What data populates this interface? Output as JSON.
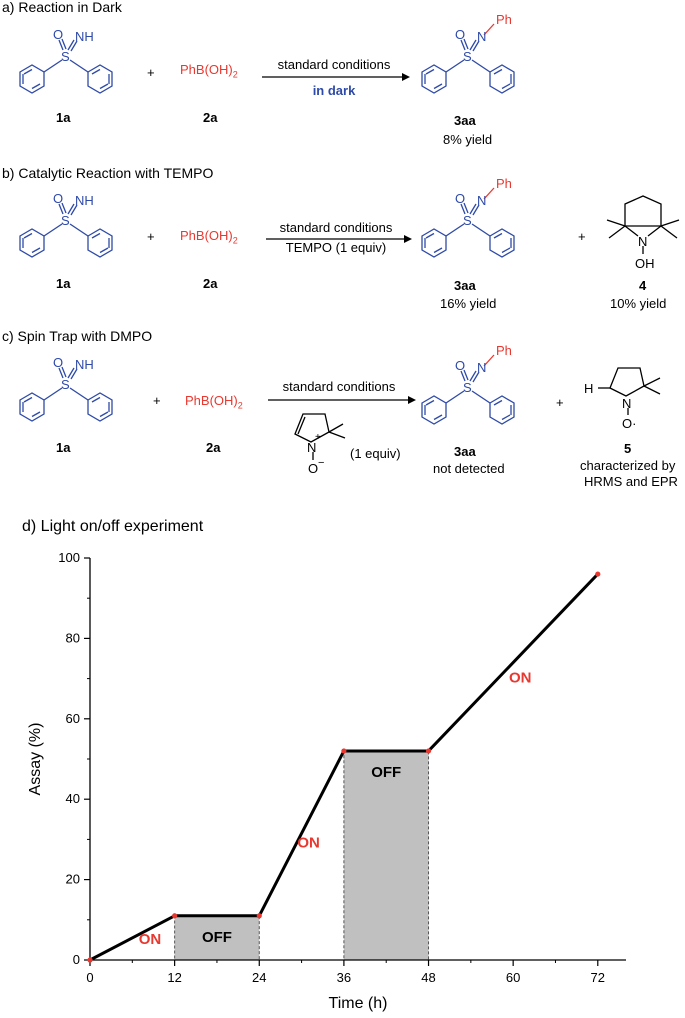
{
  "panel_a": {
    "label": "a) Reaction in Dark",
    "r1": "1a",
    "r2_base": "PhB(OH)",
    "r2_sub": "2",
    "r2_label": "2a",
    "cond1": "standard conditions",
    "cond2": "in dark",
    "p_label": "3aa",
    "p_yield": "8% yield",
    "plus": "+"
  },
  "panel_b": {
    "label": "b) Catalytic Reaction with TEMPO",
    "r1": "1a",
    "r2_base": "PhB(OH)",
    "r2_sub": "2",
    "r2_label": "2a",
    "cond1": "standard conditions",
    "cond2": "TEMPO (1 equiv)",
    "p_label": "3aa",
    "p_yield": "16% yield",
    "p2_label": "4",
    "p2_yield": "10% yield",
    "plus": "+"
  },
  "panel_c": {
    "label": "c) Spin Trap with DMPO",
    "r1": "1a",
    "r2_base": "PhB(OH)",
    "r2_sub": "2",
    "r2_label": "2a",
    "cond1": "standard conditions",
    "cond2": "(1 equiv)",
    "p_label": "3aa",
    "p_yield": "not detected",
    "p2_label": "5",
    "p2_note1": "characterized by",
    "p2_note2": "HRMS and EPR",
    "plus": "+"
  },
  "atoms": {
    "S": "S",
    "O": "O",
    "NH": "NH",
    "N": "N",
    "Ph": "Ph",
    "OH": "OH",
    "H": "H",
    "O_minus": "O",
    "minus": "−",
    "plus_charge": "+",
    "radical_O": "O·"
  },
  "colors": {
    "red": "#e8382f",
    "blue": "#2e4aa8",
    "gray_fill": "#c0c0c0",
    "black": "#000000"
  },
  "chart_data": {
    "type": "line",
    "title": "d) Light on/off experiment",
    "xlabel": "Time (h)",
    "ylabel": "Assay (%)",
    "xlim": [
      0,
      76
    ],
    "ylim": [
      0,
      100
    ],
    "xticks": [
      0,
      12,
      24,
      36,
      48,
      60,
      72
    ],
    "yticks": [
      0,
      20,
      40,
      60,
      80,
      100
    ],
    "series": [
      {
        "x": [
          0,
          12,
          24,
          36,
          48,
          72
        ],
        "y": [
          0,
          11,
          11,
          52,
          52,
          96
        ]
      }
    ],
    "off_regions": [
      {
        "x0": 12,
        "x1": 24,
        "y": 11,
        "label": "OFF"
      },
      {
        "x0": 36,
        "x1": 48,
        "y": 52,
        "label": "OFF"
      }
    ],
    "on_labels": [
      {
        "x": 8.5,
        "y": 4,
        "label": "ON"
      },
      {
        "x": 31,
        "y": 28,
        "label": "ON"
      },
      {
        "x": 61,
        "y": 69,
        "label": "ON"
      }
    ],
    "grid": false
  }
}
